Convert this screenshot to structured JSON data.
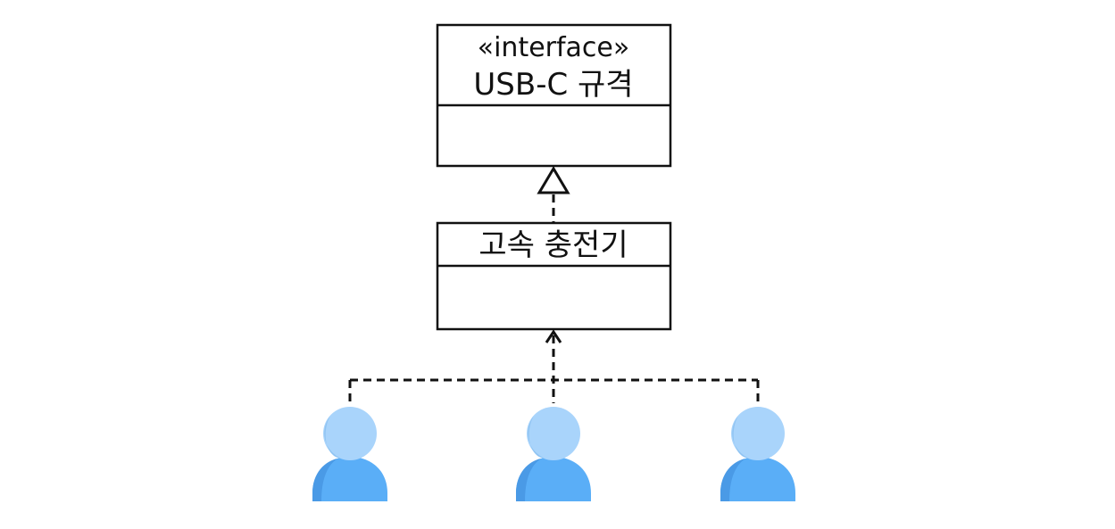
{
  "diagram": {
    "interface_box": {
      "stereotype": "«interface»",
      "name": "USB-C 규격"
    },
    "class_box": {
      "name": "고속 충전기"
    },
    "relations": [
      {
        "from": "class_box",
        "to": "interface_box",
        "kind": "realization"
      },
      {
        "from": "users",
        "to": "class_box",
        "kind": "dependency"
      }
    ],
    "users": [
      {
        "icon": "user-icon",
        "color": "#5aaef7",
        "head_color": "#a9d4fb"
      },
      {
        "icon": "user-icon",
        "color": "#5aaef7",
        "head_color": "#a9d4fb"
      },
      {
        "icon": "user-icon",
        "color": "#5aaef7",
        "head_color": "#a9d4fb"
      }
    ]
  }
}
